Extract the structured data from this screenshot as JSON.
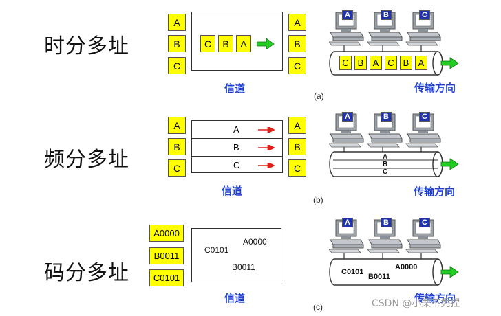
{
  "rows": [
    {
      "title": "时分多址",
      "left_boxes": [
        "A",
        "B",
        "C"
      ],
      "channel_boxes": [
        "C",
        "B",
        "A"
      ],
      "right_boxes": [
        "A",
        "B",
        "C"
      ],
      "channel_label": "信道",
      "computers": [
        "A",
        "B",
        "C"
      ],
      "cable_boxes": [
        "C",
        "B",
        "A",
        "C",
        "B",
        "A"
      ],
      "cable_label": "传输方向",
      "tag": "(a)"
    },
    {
      "title": "频分多址",
      "left_boxes": [
        "A",
        "B",
        "C"
      ],
      "bands": [
        "A",
        "B",
        "C"
      ],
      "right_boxes": [
        "A",
        "B",
        "C"
      ],
      "channel_label": "信道",
      "computers": [
        "A",
        "B",
        "C"
      ],
      "cable_letters": [
        "A",
        "B",
        "C"
      ],
      "cable_label": "传输方向",
      "tag": "(b)"
    },
    {
      "title": "码分多址",
      "left_boxes": [
        "A0000",
        "B0011",
        "C0101"
      ],
      "channel_codes": [
        "C0101",
        "A0000",
        "B0011"
      ],
      "channel_label": "信道",
      "computers": [
        "A",
        "B",
        "C"
      ],
      "cable_codes": [
        "C0101",
        "B0011",
        "A0000"
      ],
      "cable_label": "传输方向",
      "tag": "(c)"
    }
  ],
  "watermark": "CSDN @小栗不秃捏",
  "colors": {
    "box_yellow": "#ffff00",
    "label_blue": "#1f3fcf",
    "arrow_green": "#22cc22",
    "arrow_red": "#e0201a"
  }
}
